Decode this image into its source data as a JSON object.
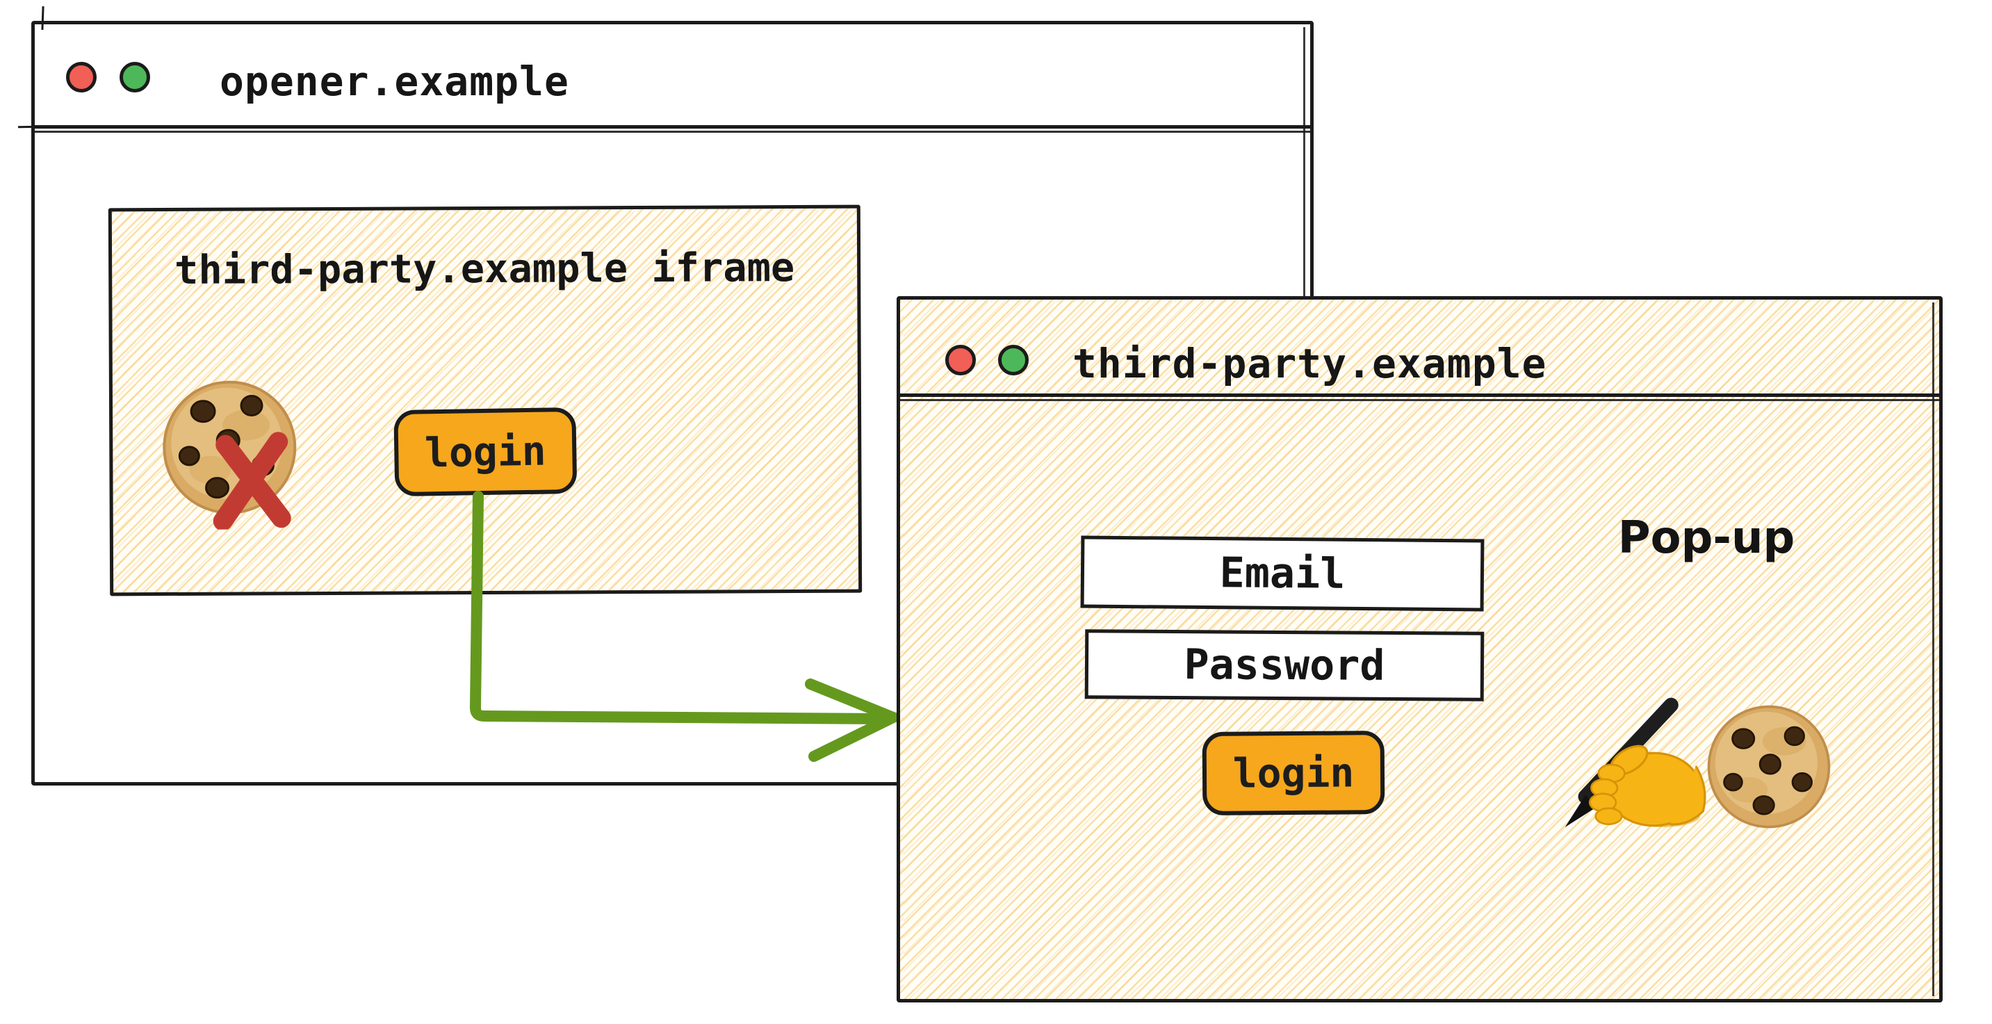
{
  "opener_window": {
    "title": "opener.example",
    "traffic_lights": [
      {
        "name": "red-light",
        "color": "#f15f56"
      },
      {
        "name": "green-light",
        "color": "#4db85a"
      }
    ],
    "iframe": {
      "label": "third-party.example iframe",
      "login_button": "login",
      "icons": [
        "cookie-icon",
        "blocked-x-icon"
      ]
    }
  },
  "arrow": {
    "color": "#64991e",
    "from": "iframe login button",
    "to": "popup window"
  },
  "popup_window": {
    "title": "third-party.example",
    "window_label": "Pop-up",
    "email_field": "Email",
    "password_field": "Password",
    "login_button": "login",
    "icons": [
      "writing-hand-icon",
      "cookie-icon"
    ]
  },
  "colors": {
    "button_orange": "#f6a71c",
    "arrow_green": "#64991e",
    "blocked_x_red": "#c23b32",
    "traffic_red": "#f15f56",
    "traffic_green": "#4db85a",
    "hatch_yellow": "#f6c564",
    "ink": "#1b1b1b"
  }
}
